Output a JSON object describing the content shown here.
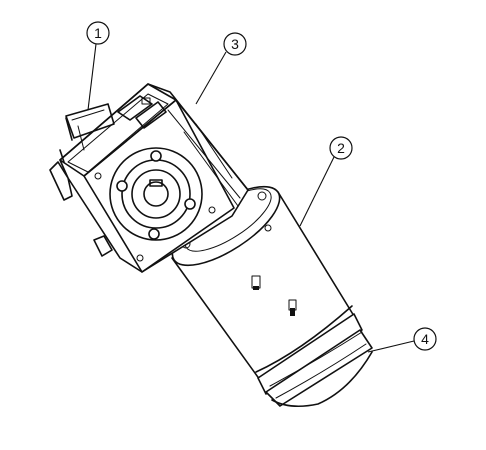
{
  "callouts": [
    {
      "number": "1"
    },
    {
      "number": "3"
    },
    {
      "number": "2"
    },
    {
      "number": "4"
    }
  ]
}
